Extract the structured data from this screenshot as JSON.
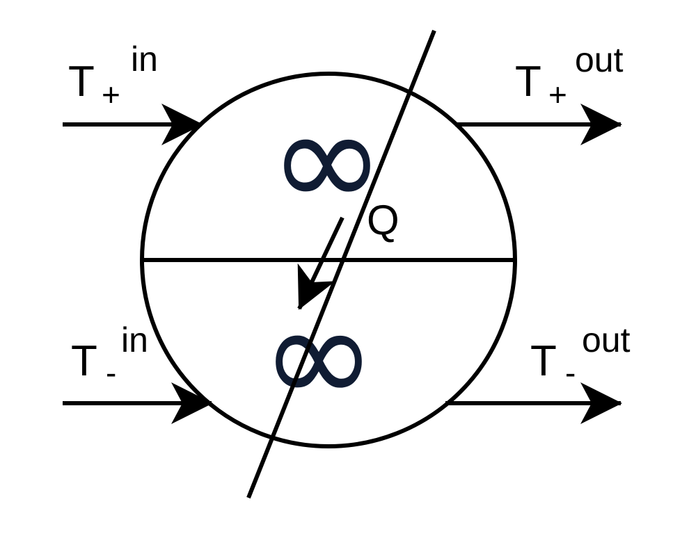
{
  "colors": {
    "stroke": "#000000",
    "infinity": "#101c33",
    "background": "#ffffff"
  },
  "labels": {
    "t_plus_in": {
      "base": "T",
      "sub": "+",
      "sup": "in"
    },
    "t_plus_out": {
      "base": "T",
      "sub": "+",
      "sup": "out"
    },
    "t_minus_in": {
      "base": "T",
      "sub": "-",
      "sup": "in"
    },
    "t_minus_out": {
      "base": "T",
      "sub": "-",
      "sup": "out"
    },
    "heat": "Q"
  },
  "symbols": {
    "upper": "∞",
    "lower": "∞"
  }
}
